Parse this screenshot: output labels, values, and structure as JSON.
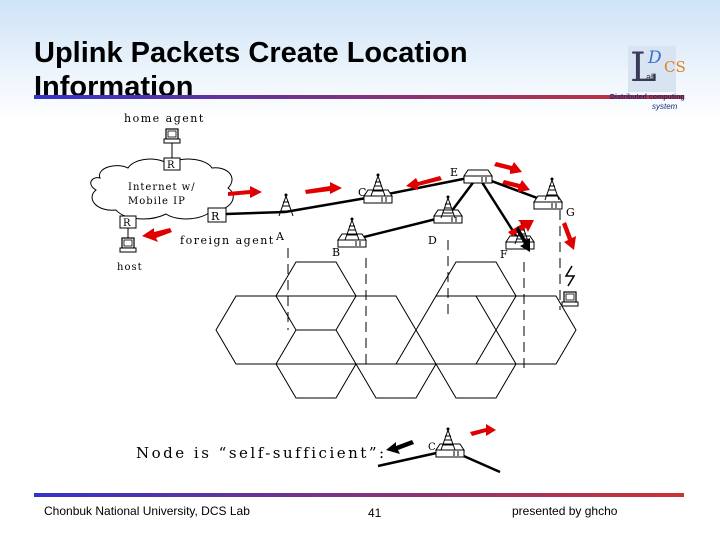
{
  "slide": {
    "title": "Uplink Packets Create Location Information",
    "logo": {
      "letter_l": "L",
      "letter_d": "D",
      "letters_cs": "CS",
      "letters_ab": "ab",
      "line1": "Distributed computing",
      "line2": "system"
    }
  },
  "diagram": {
    "labels": {
      "home_agent": "home agent",
      "internet": "Internet w/",
      "mobile_ip": "Mobile IP",
      "router": "R",
      "foreign_agent": "foreign agent",
      "host": "host",
      "node_a": "A",
      "node_b": "B",
      "node_c": "C",
      "node_d": "D",
      "node_e": "E",
      "node_f": "F",
      "node_g": "G"
    },
    "caption": "Node is “self-sufficient”:",
    "inset_label": "C"
  },
  "footer": {
    "left": "Chonbuk National University, DCS Lab",
    "page": "41",
    "right": "presented by ghcho"
  },
  "colors": {
    "arrow": "#e00000",
    "title_rule_start": "#3333cc",
    "title_rule_end": "#cc3333"
  }
}
